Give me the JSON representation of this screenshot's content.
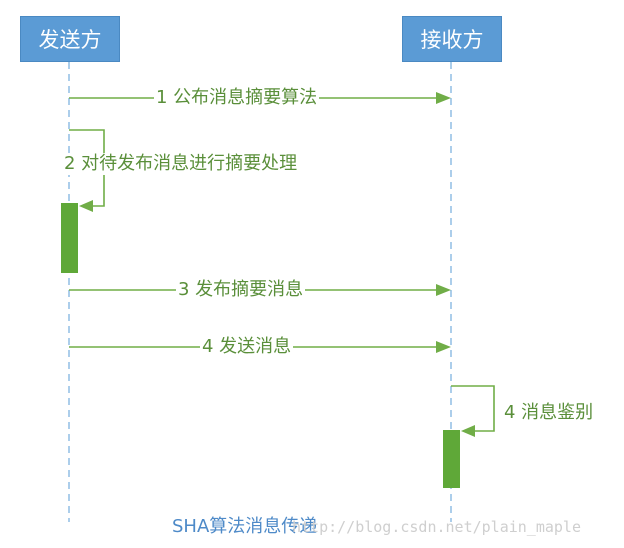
{
  "actors": {
    "sender": "发送方",
    "receiver": "接收方"
  },
  "messages": [
    {
      "label": "1 公布消息摘要算法"
    },
    {
      "label": "2 对待发布消息进行摘要处理"
    },
    {
      "label": "3 发布摘要消息"
    },
    {
      "label": "4 发送消息"
    },
    {
      "label": "4 消息鉴别"
    }
  ],
  "caption": "SHA算法消息传递",
  "watermark": "http://blog.csdn.net/plain_maple",
  "colors": {
    "actor_fill": "#5b9bd5",
    "lifeline": "#7fb3e0",
    "arrow": "#70ad47",
    "label_text": "#5a8f3a",
    "activation": "#5fa838",
    "caption": "#4e8ac8"
  }
}
